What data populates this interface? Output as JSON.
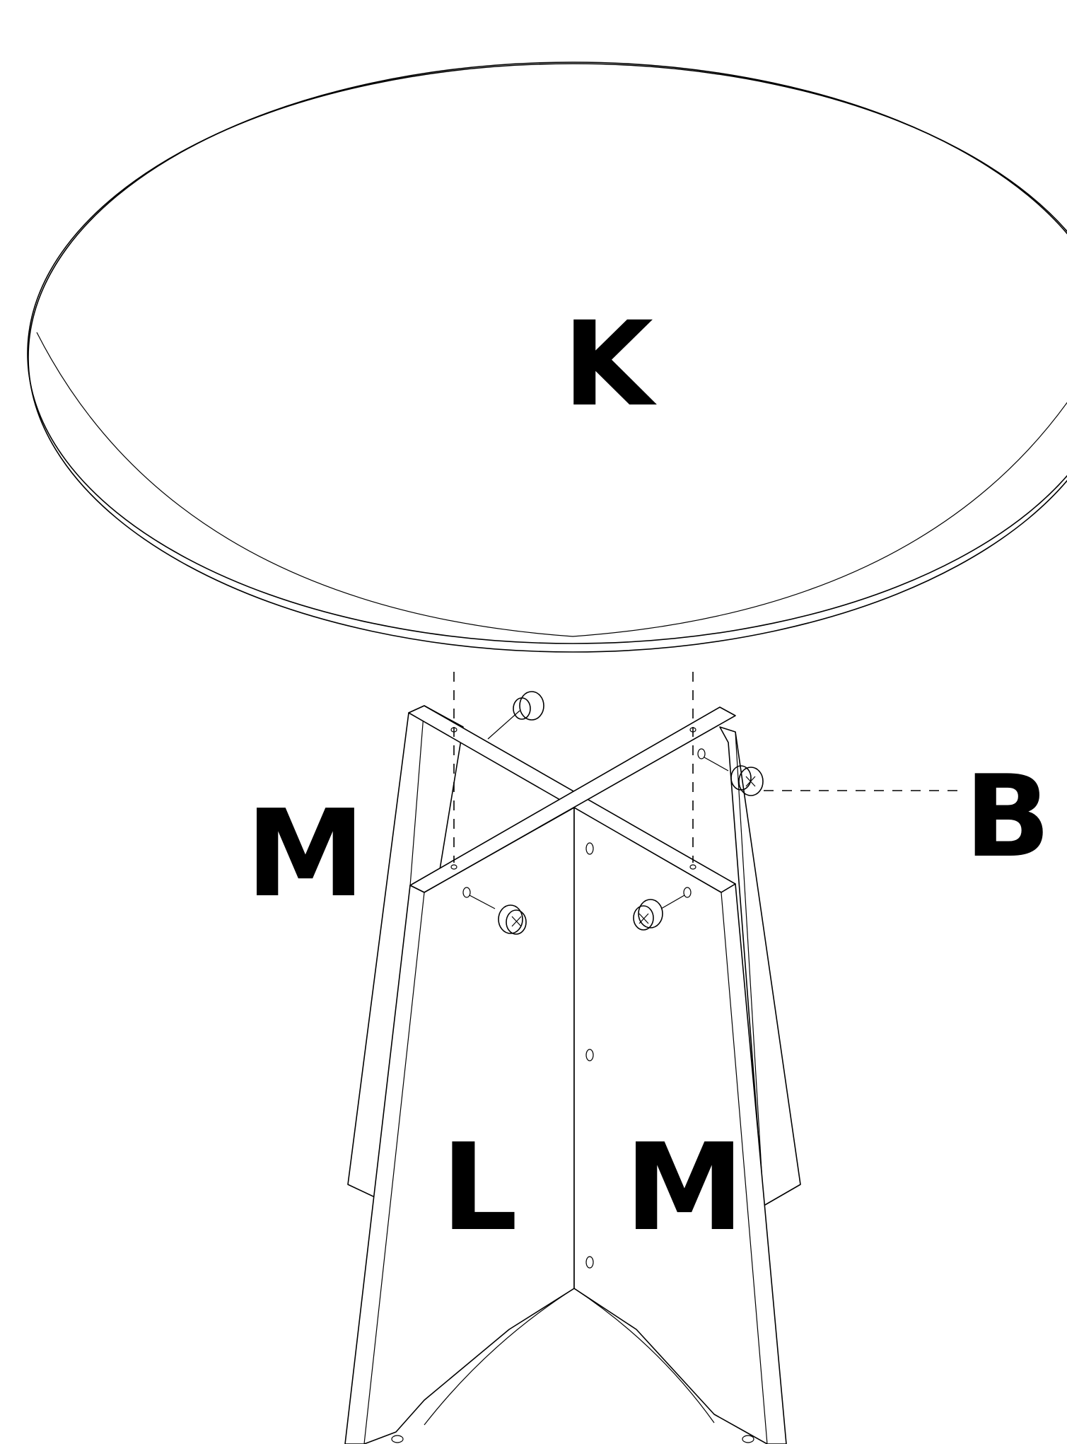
{
  "figure": {
    "part_labels": {
      "tabletop": "K",
      "panel_left_back": "M",
      "panel_front_left": "L",
      "panel_front_right": "M",
      "cam_fitting": "B"
    },
    "colors": {
      "line": "#000000",
      "background": "#ffffff"
    }
  }
}
